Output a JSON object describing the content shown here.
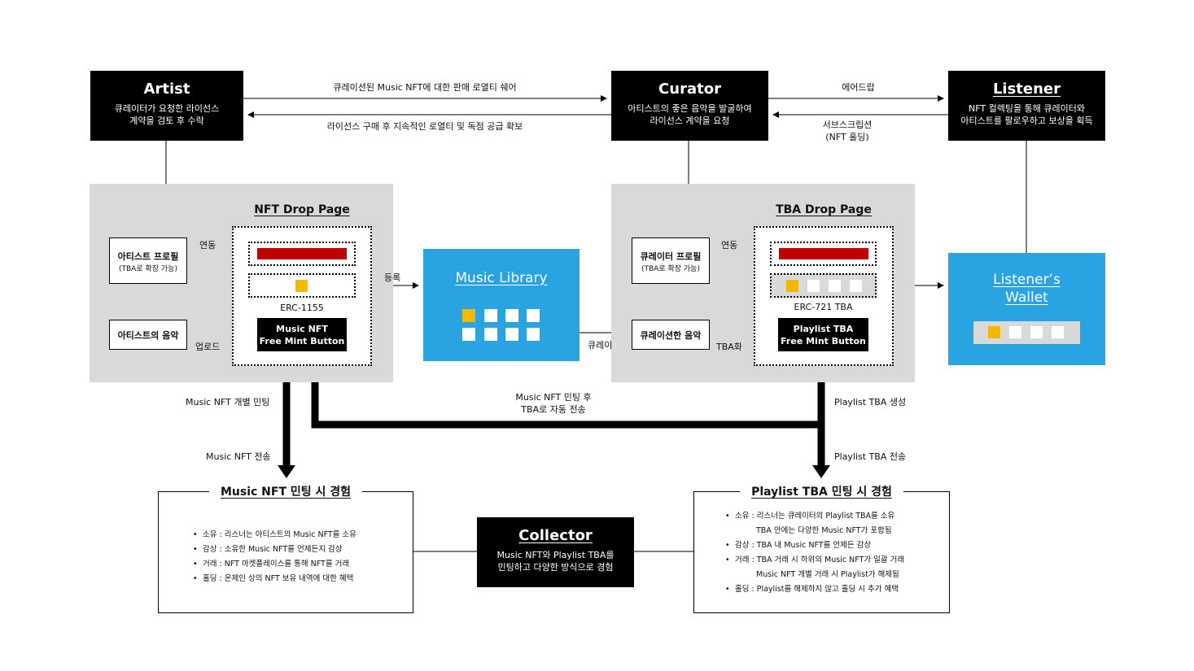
{
  "artist": {
    "title": "Artist",
    "desc": [
      "큐레이터가 요청한 라이선스",
      "계약을 검토 후 수락"
    ]
  },
  "curator": {
    "title": "Curator",
    "desc": [
      "아티스트의 좋은 음악을 발굴하여",
      "라이선스 계약을 요청"
    ]
  },
  "listener": {
    "title": "Listener",
    "desc": [
      "NFT 컬렉팅을 통해 큐레이터와",
      "아티스트를 팔로우하고 보상을 획득"
    ]
  },
  "collector": {
    "title": "Collector",
    "desc": [
      "Music NFT와 Playlist TBA를",
      "민팅하고 다양한 방식으로 경험"
    ]
  },
  "edges": {
    "curator_to_artist_top": "큐레이션된 Music NFT에 대한 판매 로열티 쉐어",
    "artist_to_curator_bottom": "라이선스 구매 후 지속적인 로열티 및 독점 공급 확보",
    "curator_to_listener": "에어드랍",
    "listener_to_curator": [
      "서브스크립션",
      "(NFT 홀딩)"
    ],
    "link_artist": "연동",
    "upload": "업로드",
    "register": "등록",
    "link_curator": "연동",
    "curation": "큐레이션",
    "tba_convert": "TBA화",
    "music_nft_individual_mint": "Music NFT 개별 민팅",
    "music_nft_transfer": "Music NFT 전송",
    "auto_transfer": [
      "Music NFT 민팅 후",
      "TBA로 자동 전송"
    ],
    "playlist_tba_create": "Playlist TBA 생성",
    "playlist_tba_transfer": "Playlist TBA 전송"
  },
  "nft_drop": {
    "title": "NFT Drop Page",
    "artist_profile": {
      "label": "아티스트 프로필",
      "sub": "(TBA로 확장 가능)"
    },
    "artist_music": "아티스트의 음악",
    "standard": "ERC-1155",
    "mint_button": [
      "Music NFT",
      "Free Mint Button"
    ]
  },
  "music_library": {
    "title": "Music Library",
    "tiles": 8,
    "highlighted": 1
  },
  "tba_drop": {
    "title": "TBA Drop Page",
    "curator_profile": {
      "label": "큐레이터 프로필",
      "sub": "(TBA로 확장 가능)"
    },
    "curated_music": "큐레이션한 음악",
    "standard": "ERC-721 TBA",
    "mint_button": [
      "Playlist TBA",
      "Free Mint Button"
    ]
  },
  "listener_wallet": {
    "title": [
      "Listener’s",
      "Wallet"
    ]
  },
  "music_nft_experience": {
    "title": "Music NFT 민팅 시 경험",
    "items": [
      "소유 : 리스너는 아티스트의 Music NFT를 소유",
      "감상 : 소유한 Music NFT를 언제든지 감상",
      "거래 : NFT 마켓플레이스를 통해 NFT를 거래",
      "홀딩 : 온체인 상의 NFT 보유 내역에 대한 혜택"
    ]
  },
  "playlist_tba_experience": {
    "title": "Playlist TBA 민팅 시 경험",
    "items": [
      {
        "text": "소유 : 리스너는 큐레이터의 Playlist TBA를 소유",
        "bullet": true
      },
      {
        "text": "TBA 안에는 다양한 Music NFT가 포함됨",
        "bullet": false
      },
      {
        "text": "감상 : TBA 내 Music NFT를 언제든 감상",
        "bullet": true
      },
      {
        "text": "거래 : TBA 거래 시 하위의 Music NFT가 일괄 거래",
        "bullet": true
      },
      {
        "text": "Music NFT 개별 거래 시 Playlist가 해제됨",
        "bullet": false
      },
      {
        "text": "홀딩 : Playlist를 해제하지 않고 홀딩 시 추가 혜택",
        "bullet": true
      }
    ]
  },
  "colors": {
    "red_bar": "#c00000",
    "yellow_tile": "#f5b800",
    "blue": "#29a3e1",
    "gray_panel": "#d9d9d9"
  }
}
